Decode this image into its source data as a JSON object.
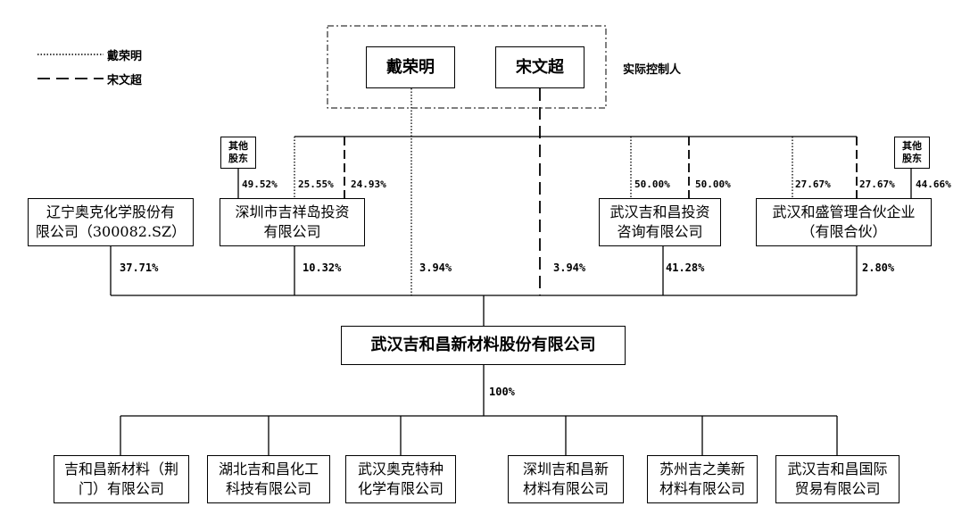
{
  "legend": {
    "items": [
      {
        "label": "戴荣明",
        "style": "dotted"
      },
      {
        "label": "宋文超",
        "style": "dashed"
      }
    ]
  },
  "controllers": {
    "label": "实际控制人",
    "persons": [
      "戴荣明",
      "宋文超"
    ]
  },
  "other_shareholders_label": "其他股东",
  "shareholders": [
    {
      "name": "辽宁奥克化学股份有限公司（300082.SZ）",
      "lines": [
        "辽宁奥克化学股份有",
        "限公司（300082.SZ）"
      ],
      "stake": "37.71%"
    },
    {
      "name": "深圳市吉祥岛投资有限公司",
      "lines": [
        "深圳市吉祥岛投资",
        "有限公司"
      ],
      "stake": "10.32%",
      "owners": [
        {
          "who": "其他股东",
          "pct": "49.52%"
        },
        {
          "who": "戴荣明",
          "pct": "25.55%"
        },
        {
          "who": "宋文超",
          "pct": "24.93%"
        }
      ]
    },
    {
      "name": "戴荣明",
      "stake": "3.94%"
    },
    {
      "name": "宋文超",
      "stake": "3.94%"
    },
    {
      "name": "武汉吉和昌投资咨询有限公司",
      "lines": [
        "武汉吉和昌投资",
        "咨询有限公司"
      ],
      "stake": "41.28%",
      "owners": [
        {
          "who": "戴荣明",
          "pct": "50.00%"
        },
        {
          "who": "宋文超",
          "pct": "50.00%"
        }
      ]
    },
    {
      "name": "武汉和盛管理合伙企业（有限合伙）",
      "lines": [
        "武汉和盛管理合伙企业",
        "（有限合伙）"
      ],
      "stake": "2.80%",
      "owners": [
        {
          "who": "戴荣明",
          "pct": "27.67%"
        },
        {
          "who": "宋文超",
          "pct": "27.67%"
        },
        {
          "who": "其他股东",
          "pct": "44.66%"
        }
      ]
    }
  ],
  "company": {
    "name": "武汉吉和昌新材料股份有限公司"
  },
  "subsidiary_stake": "100%",
  "subsidiaries": [
    {
      "lines": [
        "吉和昌新材料（荆",
        "门）有限公司"
      ]
    },
    {
      "lines": [
        "湖北吉和昌化工",
        "科技有限公司"
      ]
    },
    {
      "lines": [
        "武汉奥克特种",
        "化学有限公司"
      ]
    },
    {
      "lines": [
        "深圳吉和昌新",
        "材料有限公司"
      ]
    },
    {
      "lines": [
        "苏州吉之美新",
        "材料有限公司"
      ]
    },
    {
      "lines": [
        "武汉吉和昌国际",
        "贸易有限公司"
      ]
    }
  ]
}
